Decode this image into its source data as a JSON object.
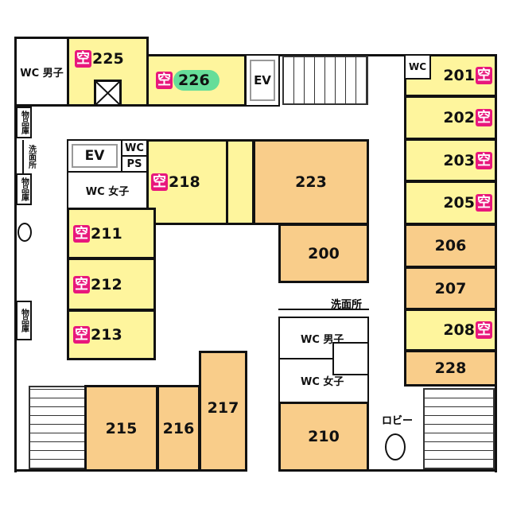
{
  "vacant_label": "空",
  "colors": {
    "occupied": "#f9cd8a",
    "available": "#fef59d",
    "vacant_badge": "#e8177c",
    "highlight": "#66dd99"
  },
  "facilities": {
    "wc_men": "WC 男子",
    "wc_women": "WC 女子",
    "wc": "WC",
    "ps": "PS",
    "ev": "EV",
    "storage": "物品庫",
    "washroom": "洗面所",
    "lobby": "ロビー"
  },
  "rooms": {
    "r225": "225",
    "r226": "226",
    "r218": "218",
    "r211": "211",
    "r212": "212",
    "r213": "213",
    "r215": "215",
    "r216": "216",
    "r217": "217",
    "r223": "223",
    "r200": "200",
    "r210": "210",
    "r201": "201",
    "r202": "202",
    "r203": "203",
    "r205": "205",
    "r206": "206",
    "r207": "207",
    "r208": "208",
    "r228": "228"
  }
}
